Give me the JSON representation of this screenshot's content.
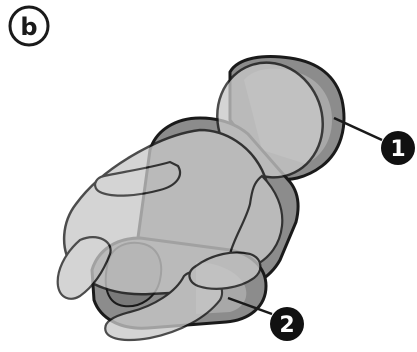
{
  "figure": {
    "panel_label": "b",
    "callouts": [
      {
        "number": "1"
      },
      {
        "number": "2"
      }
    ],
    "colors": {
      "outline": "#1a1a1a",
      "seat_dark": "#8c8c8c",
      "seat_mid": "#a8a8a8",
      "child_fill": "#c8c8c8",
      "marker_fill": "#111111",
      "marker_text": "#ffffff",
      "background": "#ffffff"
    }
  }
}
